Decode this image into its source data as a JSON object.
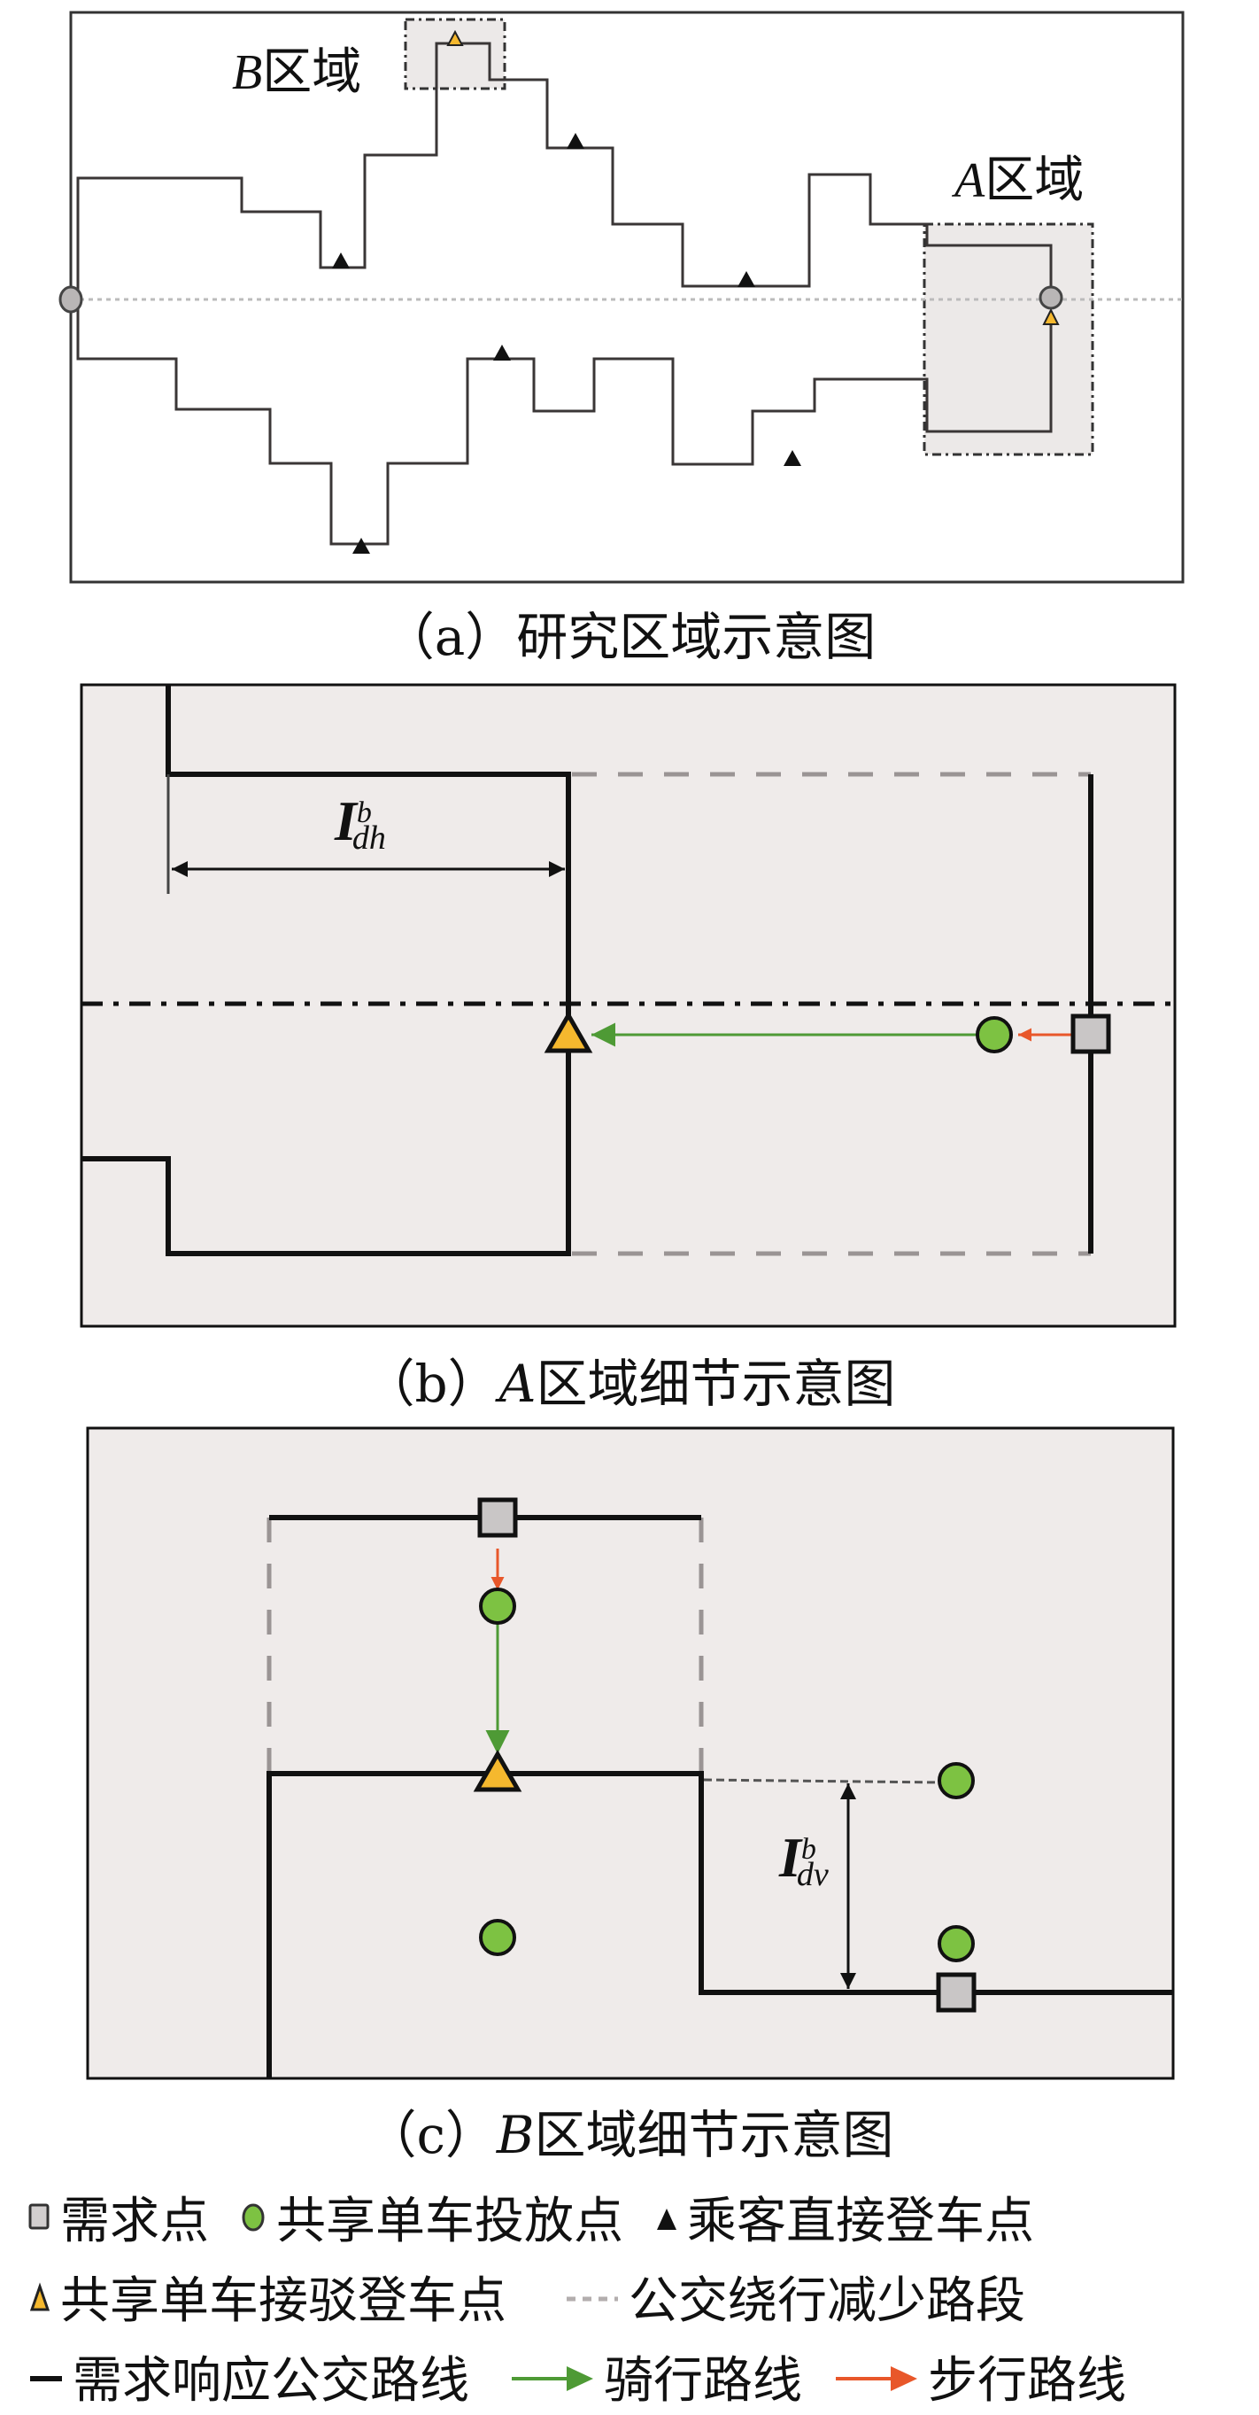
{
  "panels": {
    "a": {
      "caption": "（a）研究区域示意图",
      "region_b_label_letter": "B",
      "region_b_label_text": "区域",
      "region_a_label_letter": "A",
      "region_a_label_text": "区域"
    },
    "b": {
      "caption_prefix": "（b）",
      "caption_letter": "A",
      "caption_text": "区域细节示意图",
      "dimension_symbol": "I",
      "dimension_sup": "b",
      "dimension_sub": "dh"
    },
    "c": {
      "caption_prefix": "（c）",
      "caption_letter": "B",
      "caption_text": "区域细节示意图",
      "dimension_symbol": "I",
      "dimension_sup": "b",
      "dimension_sub": "dv"
    }
  },
  "legend": {
    "demand_point": "需求点",
    "bike_drop_point": "共享单车投放点",
    "direct_boarding_point": "乘客直接登车点",
    "bike_transfer_boarding_point": "共享单车接驳登车点",
    "detour_reduced_segment": "公交绕行减少路段",
    "drt_route": "需求响应公交路线",
    "cycling_route": "骑行路线",
    "walking_route": "步行路线"
  },
  "colors": {
    "route": "#111111",
    "region_fill": "#efebea",
    "bike_point": "#7dc242",
    "transfer_triangle": "#f5b82e",
    "cycling": "#4e9a35",
    "walking": "#e8572a",
    "demand_square": "#c9c6c6",
    "dashed": "#9a9494"
  }
}
